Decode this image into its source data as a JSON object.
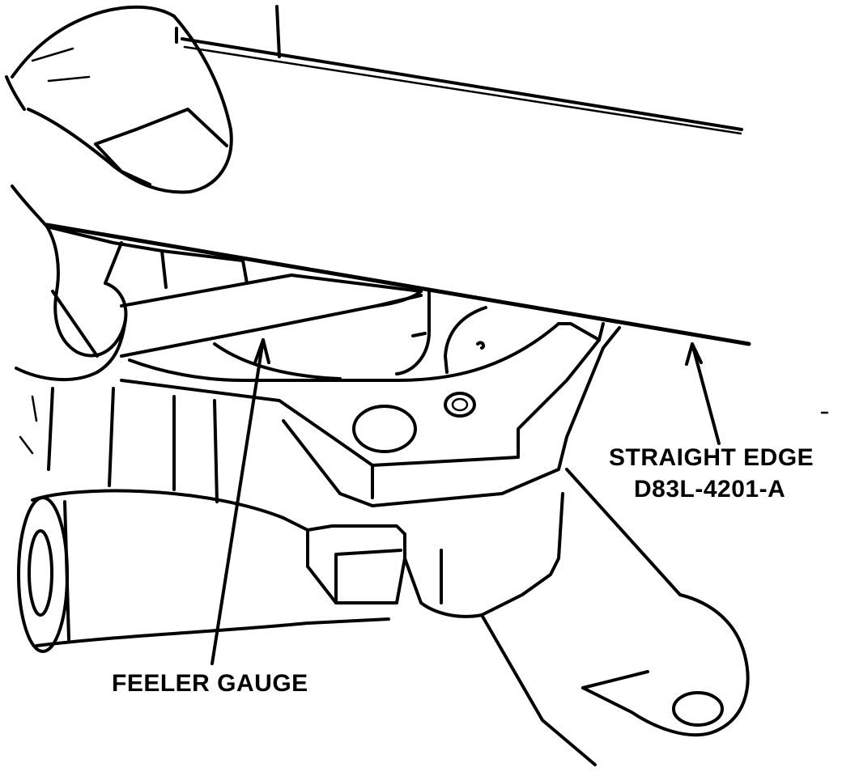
{
  "labels": {
    "straight_edge": "STRAIGHT EDGE",
    "part_number": "D83L-4201-A",
    "feeler_gauge": "FEELER GAUGE"
  },
  "colors": {
    "ink": "#000000",
    "background": "#ffffff"
  }
}
